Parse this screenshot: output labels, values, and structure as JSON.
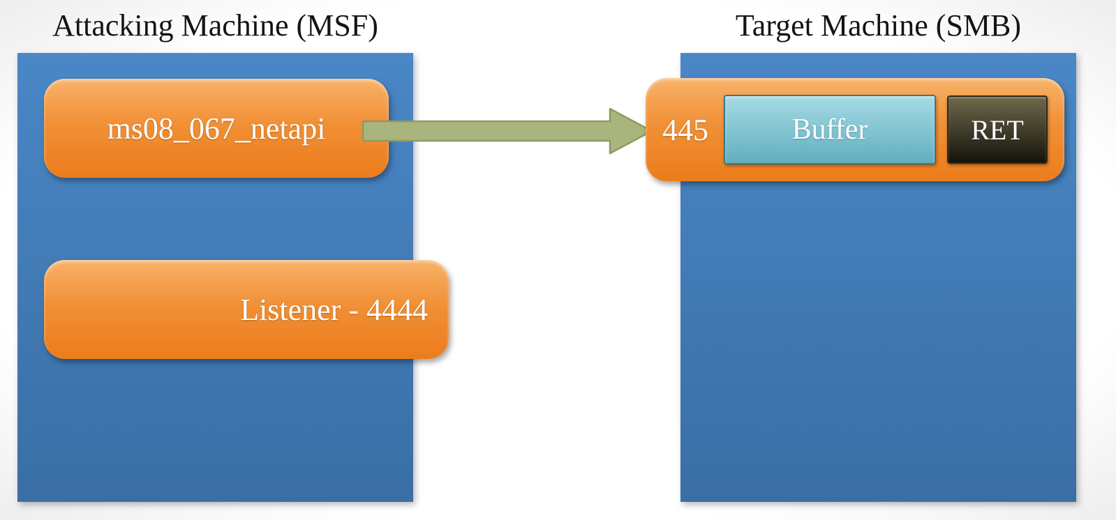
{
  "titles": {
    "left": "Attacking Machine (MSF)",
    "right": "Target Machine (SMB)"
  },
  "attacking_machine": {
    "exploit_label": "ms08_067_netapi",
    "listener_label": "Listener - 4444"
  },
  "target_machine": {
    "port_label": "445",
    "buffer_label": "Buffer",
    "ret_label": "RET"
  },
  "icons": {
    "arrow": "right-block-arrow"
  },
  "colors": {
    "panel_blue_light": "#4a87c6",
    "panel_blue_dark": "#3a6ea5",
    "box_orange_light": "#f8b269",
    "box_orange_dark": "#ec7c1b",
    "arrow_fill": "#a9b57c",
    "arrow_stroke": "#8d9a63",
    "buffer_light": "#a5dbe5",
    "buffer_dark": "#62aebf",
    "ret_light": "#6e684a",
    "ret_dark": "#15140c"
  }
}
